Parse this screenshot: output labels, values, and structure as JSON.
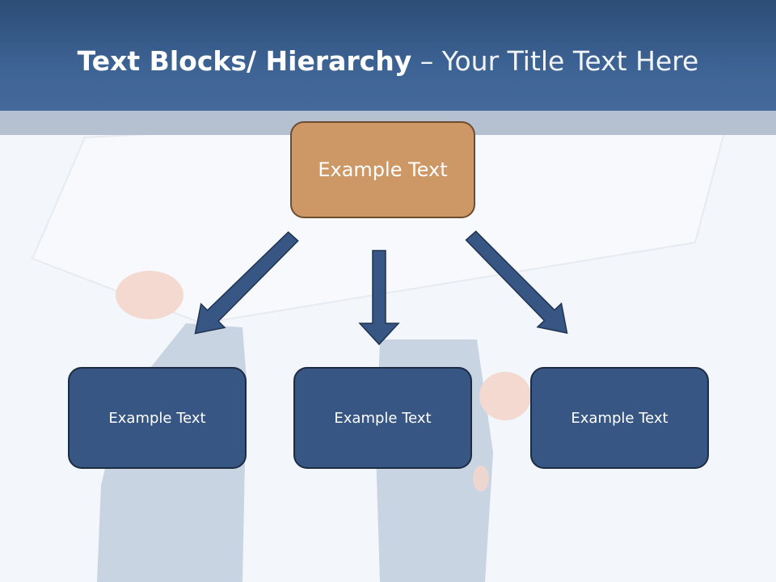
{
  "title": {
    "bold": "Text Blocks/ Hierarchy",
    "dash": " – ",
    "light": "Your Title Text Here"
  },
  "diagram": {
    "top_box": {
      "label": "Example Text",
      "color": "#cd9766"
    },
    "children": [
      {
        "label": "Example Text",
        "color": "#375683"
      },
      {
        "label": "Example Text",
        "color": "#375683"
      },
      {
        "label": "Example Text",
        "color": "#375683"
      }
    ],
    "arrow_color": "#375683"
  }
}
